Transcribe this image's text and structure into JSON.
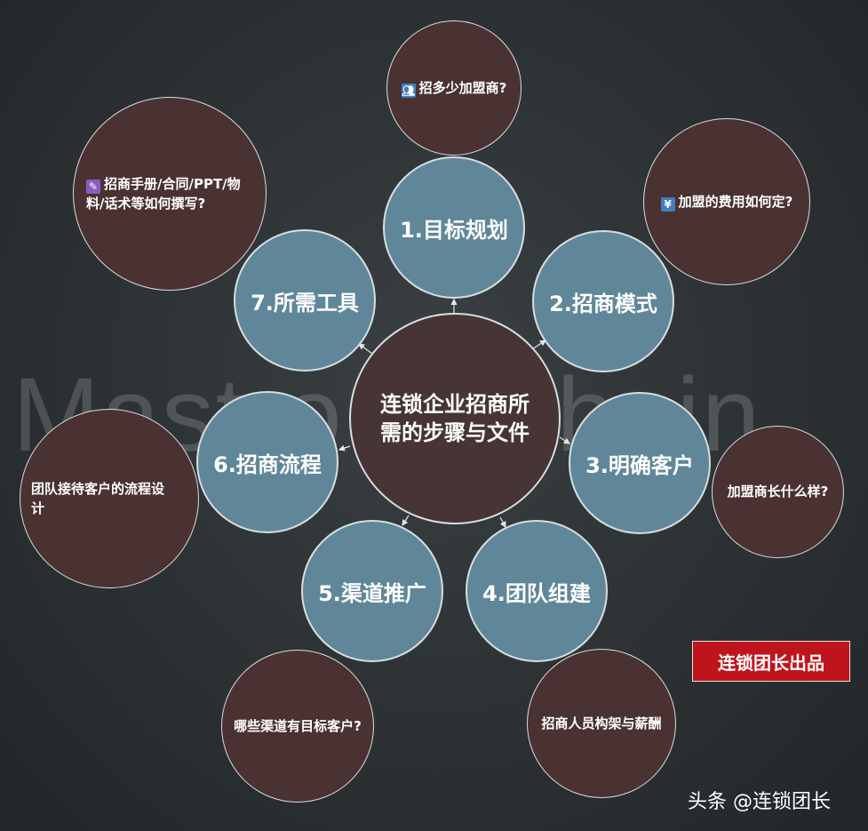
{
  "watermark": "Mastro   o   e hain",
  "center": {
    "title": "连锁企业招商所需的步骤与文件"
  },
  "steps": [
    {
      "label": "1.目标规划",
      "question": "招多少加盟商?",
      "icon": "people-icon"
    },
    {
      "label": "2.招商模式",
      "question": "加盟的费用如何定?",
      "icon": "yen-icon"
    },
    {
      "label": "3.明确客户",
      "question": "加盟商长什么样?",
      "icon": ""
    },
    {
      "label": "4.团队组建",
      "question": "招商人员构架与薪酬",
      "icon": ""
    },
    {
      "label": "5.渠道推广",
      "question": "哪些渠道有目标客户?",
      "icon": ""
    },
    {
      "label": "6.招商流程",
      "question": "团队接待客户的流程设计",
      "icon": ""
    },
    {
      "label": "7.所需工具",
      "question": "招商手册/合同/PPT/物料/话术等如何撰写?",
      "icon": "pencil-icon"
    }
  ],
  "brand": {
    "label": "连锁团长出品"
  },
  "credit": {
    "text": "头条 @连锁团长"
  },
  "colors": {
    "step_fill": "#5f8799",
    "question_fill": "#4a3232",
    "center_fill": "#473434",
    "brand_red": "#c0141c",
    "people_icon": "#3f7fbf",
    "yen_icon": "#3f7fbf",
    "pencil_icon": "#8a5cc0"
  }
}
